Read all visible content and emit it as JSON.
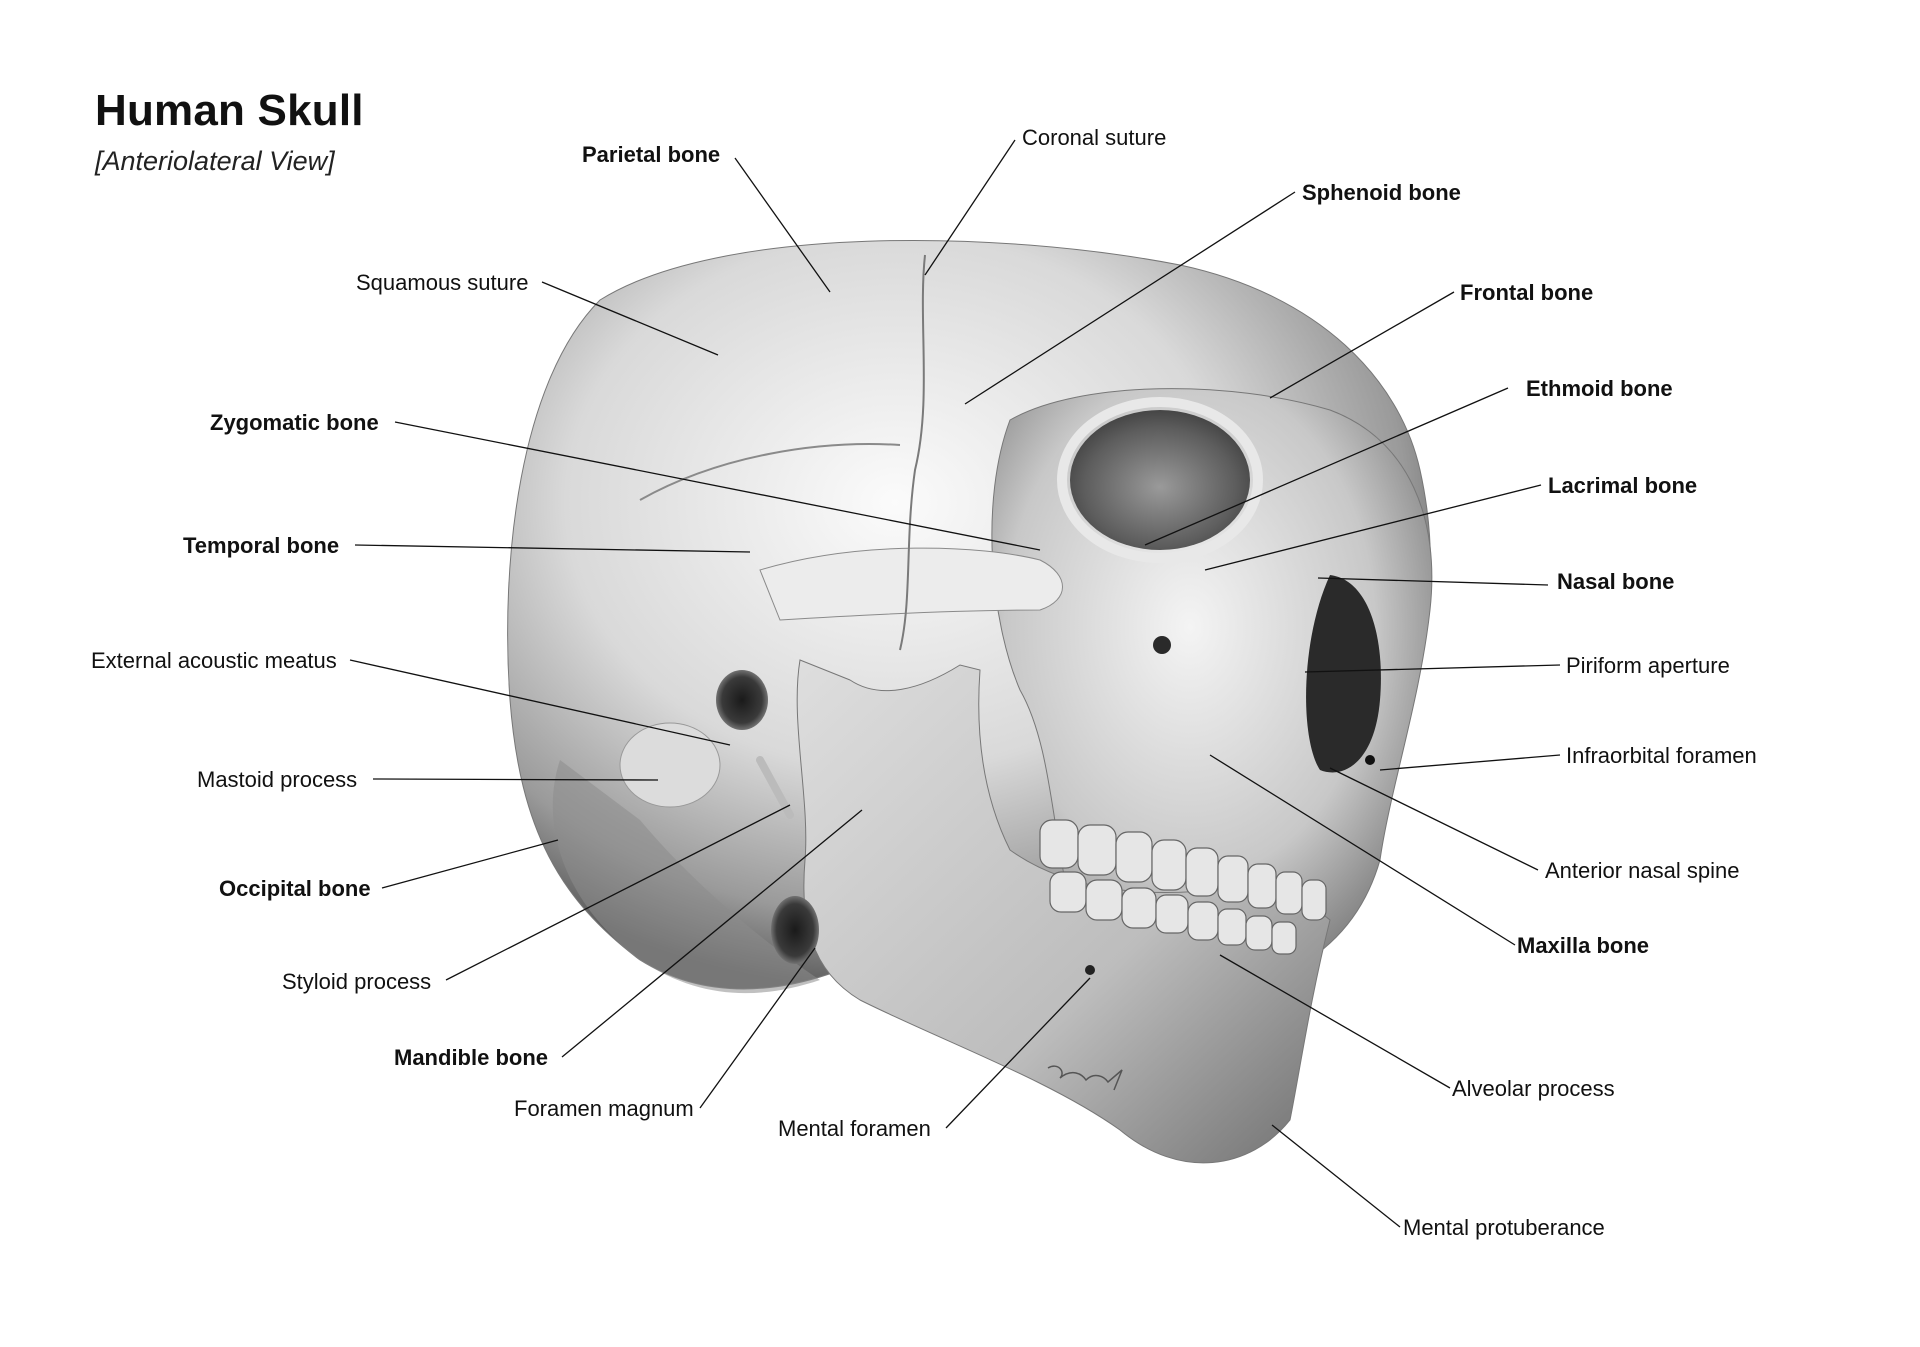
{
  "title": "Human Skull",
  "subtitle": "[Anteriolateral View]",
  "colors": {
    "ink": "#111111",
    "background": "#ffffff",
    "bone_light": "#f2f2f2",
    "bone_shadow": "#5a5a5a"
  },
  "labels": [
    {
      "id": "parietal",
      "text": "Parietal bone",
      "bold": true
    },
    {
      "id": "coronal",
      "text": "Coronal suture",
      "bold": false
    },
    {
      "id": "sphenoid",
      "text": "Sphenoid bone",
      "bold": true
    },
    {
      "id": "squamous",
      "text": "Squamous suture",
      "bold": false
    },
    {
      "id": "frontal",
      "text": "Frontal bone",
      "bold": true
    },
    {
      "id": "ethmoid",
      "text": "Ethmoid bone",
      "bold": true
    },
    {
      "id": "zygomatic",
      "text": "Zygomatic bone",
      "bold": true
    },
    {
      "id": "lacrimal",
      "text": "Lacrimal bone",
      "bold": true
    },
    {
      "id": "temporal",
      "text": "Temporal bone",
      "bold": true
    },
    {
      "id": "nasal",
      "text": "Nasal bone",
      "bold": true
    },
    {
      "id": "eam",
      "text": "External acoustic meatus",
      "bold": false
    },
    {
      "id": "piriform",
      "text": "Piriform aperture",
      "bold": false
    },
    {
      "id": "infraorbital",
      "text": "Infraorbital foramen",
      "bold": false
    },
    {
      "id": "mastoid",
      "text": "Mastoid process",
      "bold": false
    },
    {
      "id": "ans",
      "text": "Anterior nasal spine",
      "bold": false
    },
    {
      "id": "occipital",
      "text": "Occipital bone",
      "bold": true
    },
    {
      "id": "maxilla",
      "text": "Maxilla bone",
      "bold": true
    },
    {
      "id": "styloid",
      "text": "Styloid process",
      "bold": false
    },
    {
      "id": "mandible",
      "text": "Mandible bone",
      "bold": true
    },
    {
      "id": "alveolar",
      "text": "Alveolar process",
      "bold": false
    },
    {
      "id": "foramen_magnum",
      "text": "Foramen magnum",
      "bold": false
    },
    {
      "id": "mental_foramen",
      "text": "Mental foramen",
      "bold": false
    },
    {
      "id": "mental_protuberance",
      "text": "Mental protuberance",
      "bold": false
    }
  ]
}
